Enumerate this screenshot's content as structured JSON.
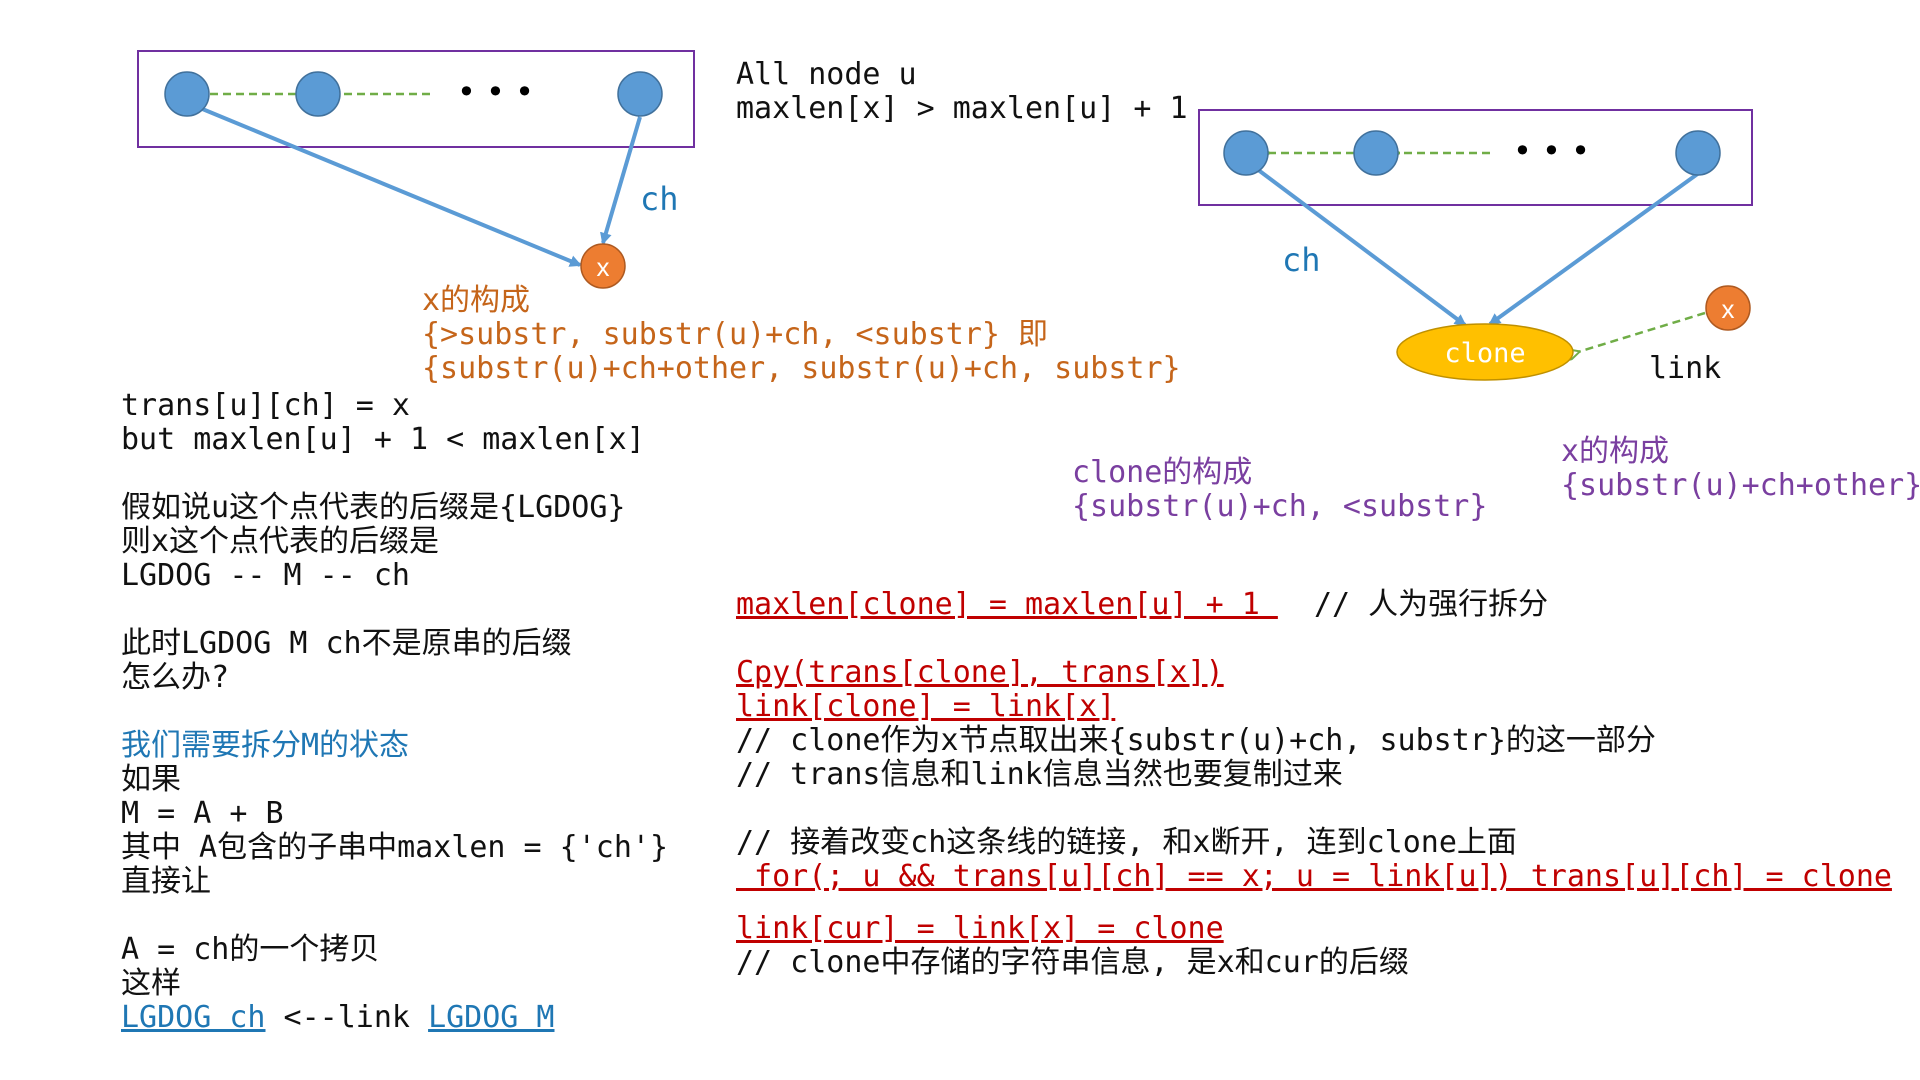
{
  "header": {
    "line1": "All node u",
    "line2": "maxlen[x] > maxlen[u] + 1"
  },
  "left_diagram": {
    "dots": "•  •  •",
    "edge_label": "ch",
    "node_x_label": "x",
    "caption": [
      "x的构成",
      "{>substr, substr(u)+ch, <substr} 即",
      "{substr(u)+ch+other, substr(u)+ch, substr}"
    ]
  },
  "right_diagram": {
    "dots": "•  •  •",
    "edge_label": "ch",
    "clone_label": "clone",
    "node_x_label": "x",
    "link_label": "link",
    "clone_caption": [
      "clone的构成",
      "{substr(u)+ch, <substr}"
    ],
    "x_caption": [
      "x的构成",
      "{substr(u)+ch+other}"
    ]
  },
  "left_text": {
    "line1": "trans[u][ch] = x",
    "line2": "but maxlen[u] + 1 < maxlen[x]",
    "para1": [
      "假如说u这个点代表的后缀是{LGDOG}",
      "则x这个点代表的后缀是",
      "LGDOG -- M -- ch"
    ],
    "para2": [
      "此时LGDOG M ch不是原串的后缀",
      "怎么办?"
    ],
    "heading": "我们需要拆分M的状态",
    "para3": [
      "如果",
      "M = A + B",
      "其中 A包含的子串中maxlen = {'ch'}",
      "直接让"
    ],
    "para4": [
      "A = ch的一个拷贝",
      "这样"
    ],
    "last_a": "LGDOG ch",
    "last_mid": " <--link ",
    "last_b": "LGDOG M"
  },
  "right_text": {
    "stmt1": "maxlen[clone] = maxlen[u] + 1 ",
    "stmt1_comment": "  // 人为强行拆分",
    "stmt2": "Cpy(trans[clone], trans[x])",
    "stmt3": "link[clone] = link[x]",
    "comment1": "// clone作为x节点取出来{substr(u)+ch, substr}的这一部分",
    "comment2": "// trans信息和link信息当然也要复制过来",
    "comment3": "// 接着改变ch这条线的链接, 和x断开, 连到clone上面",
    "stmt4": " for(; u && trans[u][ch] == x; u = link[u]) trans[u][ch] = clone",
    "stmt5": "link[cur] = link[x] = clone",
    "comment4": "// clone中存储的字符串信息, 是x和cur的后缀"
  },
  "colors": {
    "node_blue": "#5b9bd5",
    "node_orange": "#ed7d31",
    "clone_fill": "#ffc000",
    "box_purple": "#7030a0",
    "dashed_green": "#70ad47",
    "edge_blue": "#5b9bd5",
    "code_red": "#c00000"
  }
}
